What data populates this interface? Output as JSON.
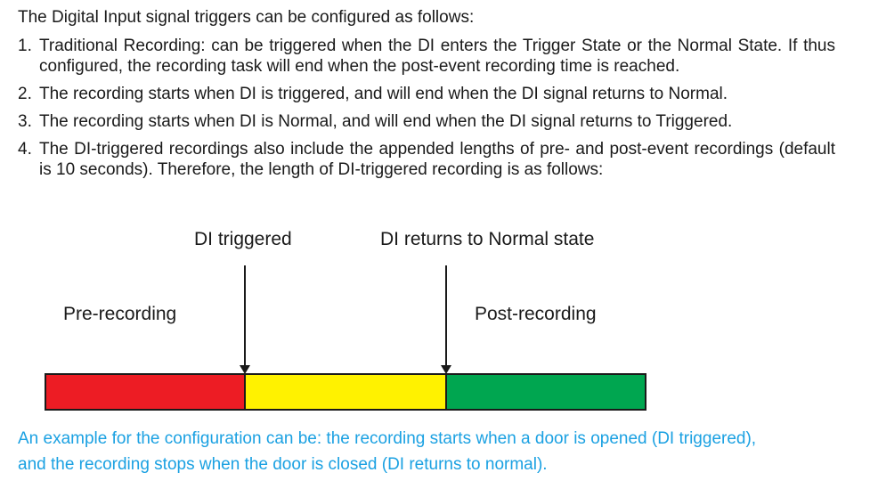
{
  "intro": "The Digital Input signal triggers can be configured as follows:",
  "items": [
    {
      "num": "1.",
      "text": "Traditional Recording: can be triggered when the DI enters the Trigger State or the Normal State. If thus configured, the recording task will end when the post-event recording time is reached."
    },
    {
      "num": "2.",
      "text": "The recording starts when DI is triggered, and will end when the DI signal returns to Normal."
    },
    {
      "num": "3.",
      "text": "The recording starts when DI is Normal, and will end when the DI signal returns to Triggered."
    },
    {
      "num": "4.",
      "text": "The DI-triggered recordings also include the appended lengths of pre- and post-event recordings (default is 10 seconds). Therefore, the length of DI-triggered recording is as follows:"
    }
  ],
  "diagram": {
    "di_triggered_label": "DI triggered",
    "di_normal_label": "DI returns to Normal state",
    "pre_label": "Pre-recording",
    "post_label": "Post-recording",
    "colors": {
      "pre": "#ed1c24",
      "during": "#fff200",
      "post": "#00a650"
    }
  },
  "example": {
    "line1": "An example for the configuration can be: the recording starts when a door is opened (DI triggered),",
    "line2": "and the recording stops when the door is closed (DI returns to normal)."
  }
}
